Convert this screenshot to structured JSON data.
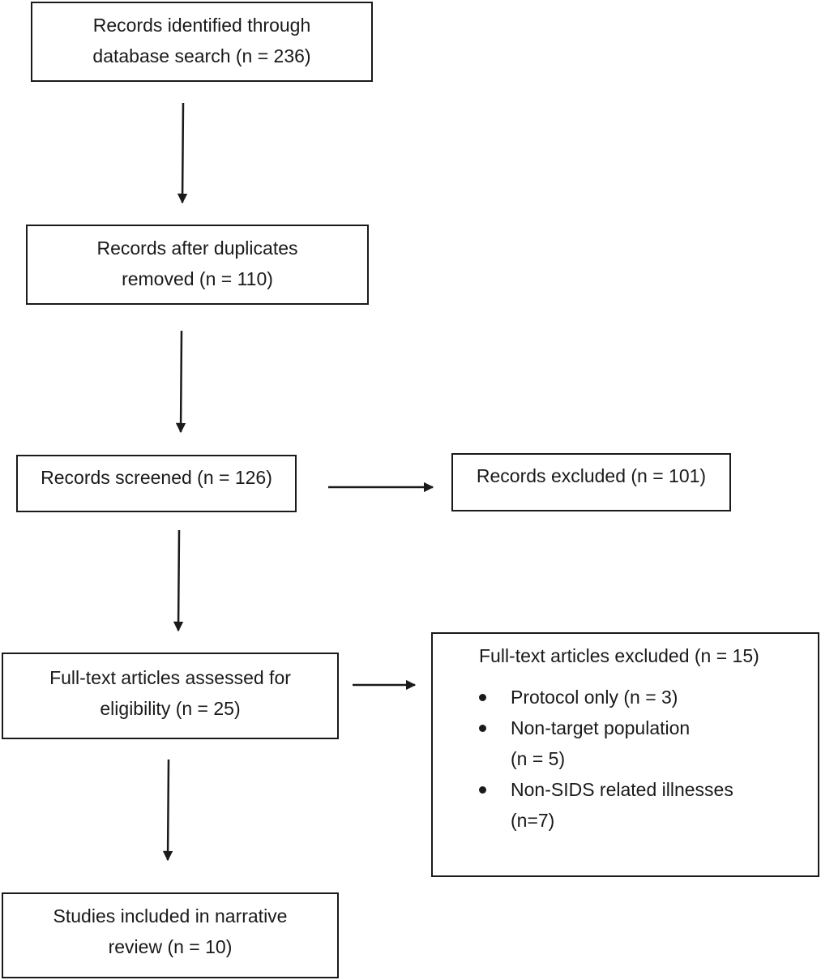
{
  "boxes": {
    "identified": {
      "line1": "Records identified through",
      "line2": "database search (n = 236)"
    },
    "duplicates": {
      "line1": "Records after duplicates",
      "line2": "removed (n = 110)"
    },
    "screened": {
      "line1": "Records screened (n = 126)"
    },
    "excluded": {
      "line1": "Records excluded (n = 101)"
    },
    "fulltext": {
      "line1": "Full-text articles assessed for",
      "line2": "eligibility (n = 25)"
    },
    "fulltext_excluded": {
      "title": "Full-text articles excluded (n = 15)",
      "reasons": [
        {
          "line1": "Protocol only (n = 3)",
          "line2": ""
        },
        {
          "line1": "Non-target population",
          "line2": "(n = 5)"
        },
        {
          "line1": "Non-SIDS related illnesses",
          "line2": "(n=7)"
        }
      ]
    },
    "included": {
      "line1": "Studies included in narrative",
      "line2": "review (n = 10)"
    }
  },
  "colors": {
    "stroke": "#1a1a1a",
    "background": "#ffffff"
  }
}
